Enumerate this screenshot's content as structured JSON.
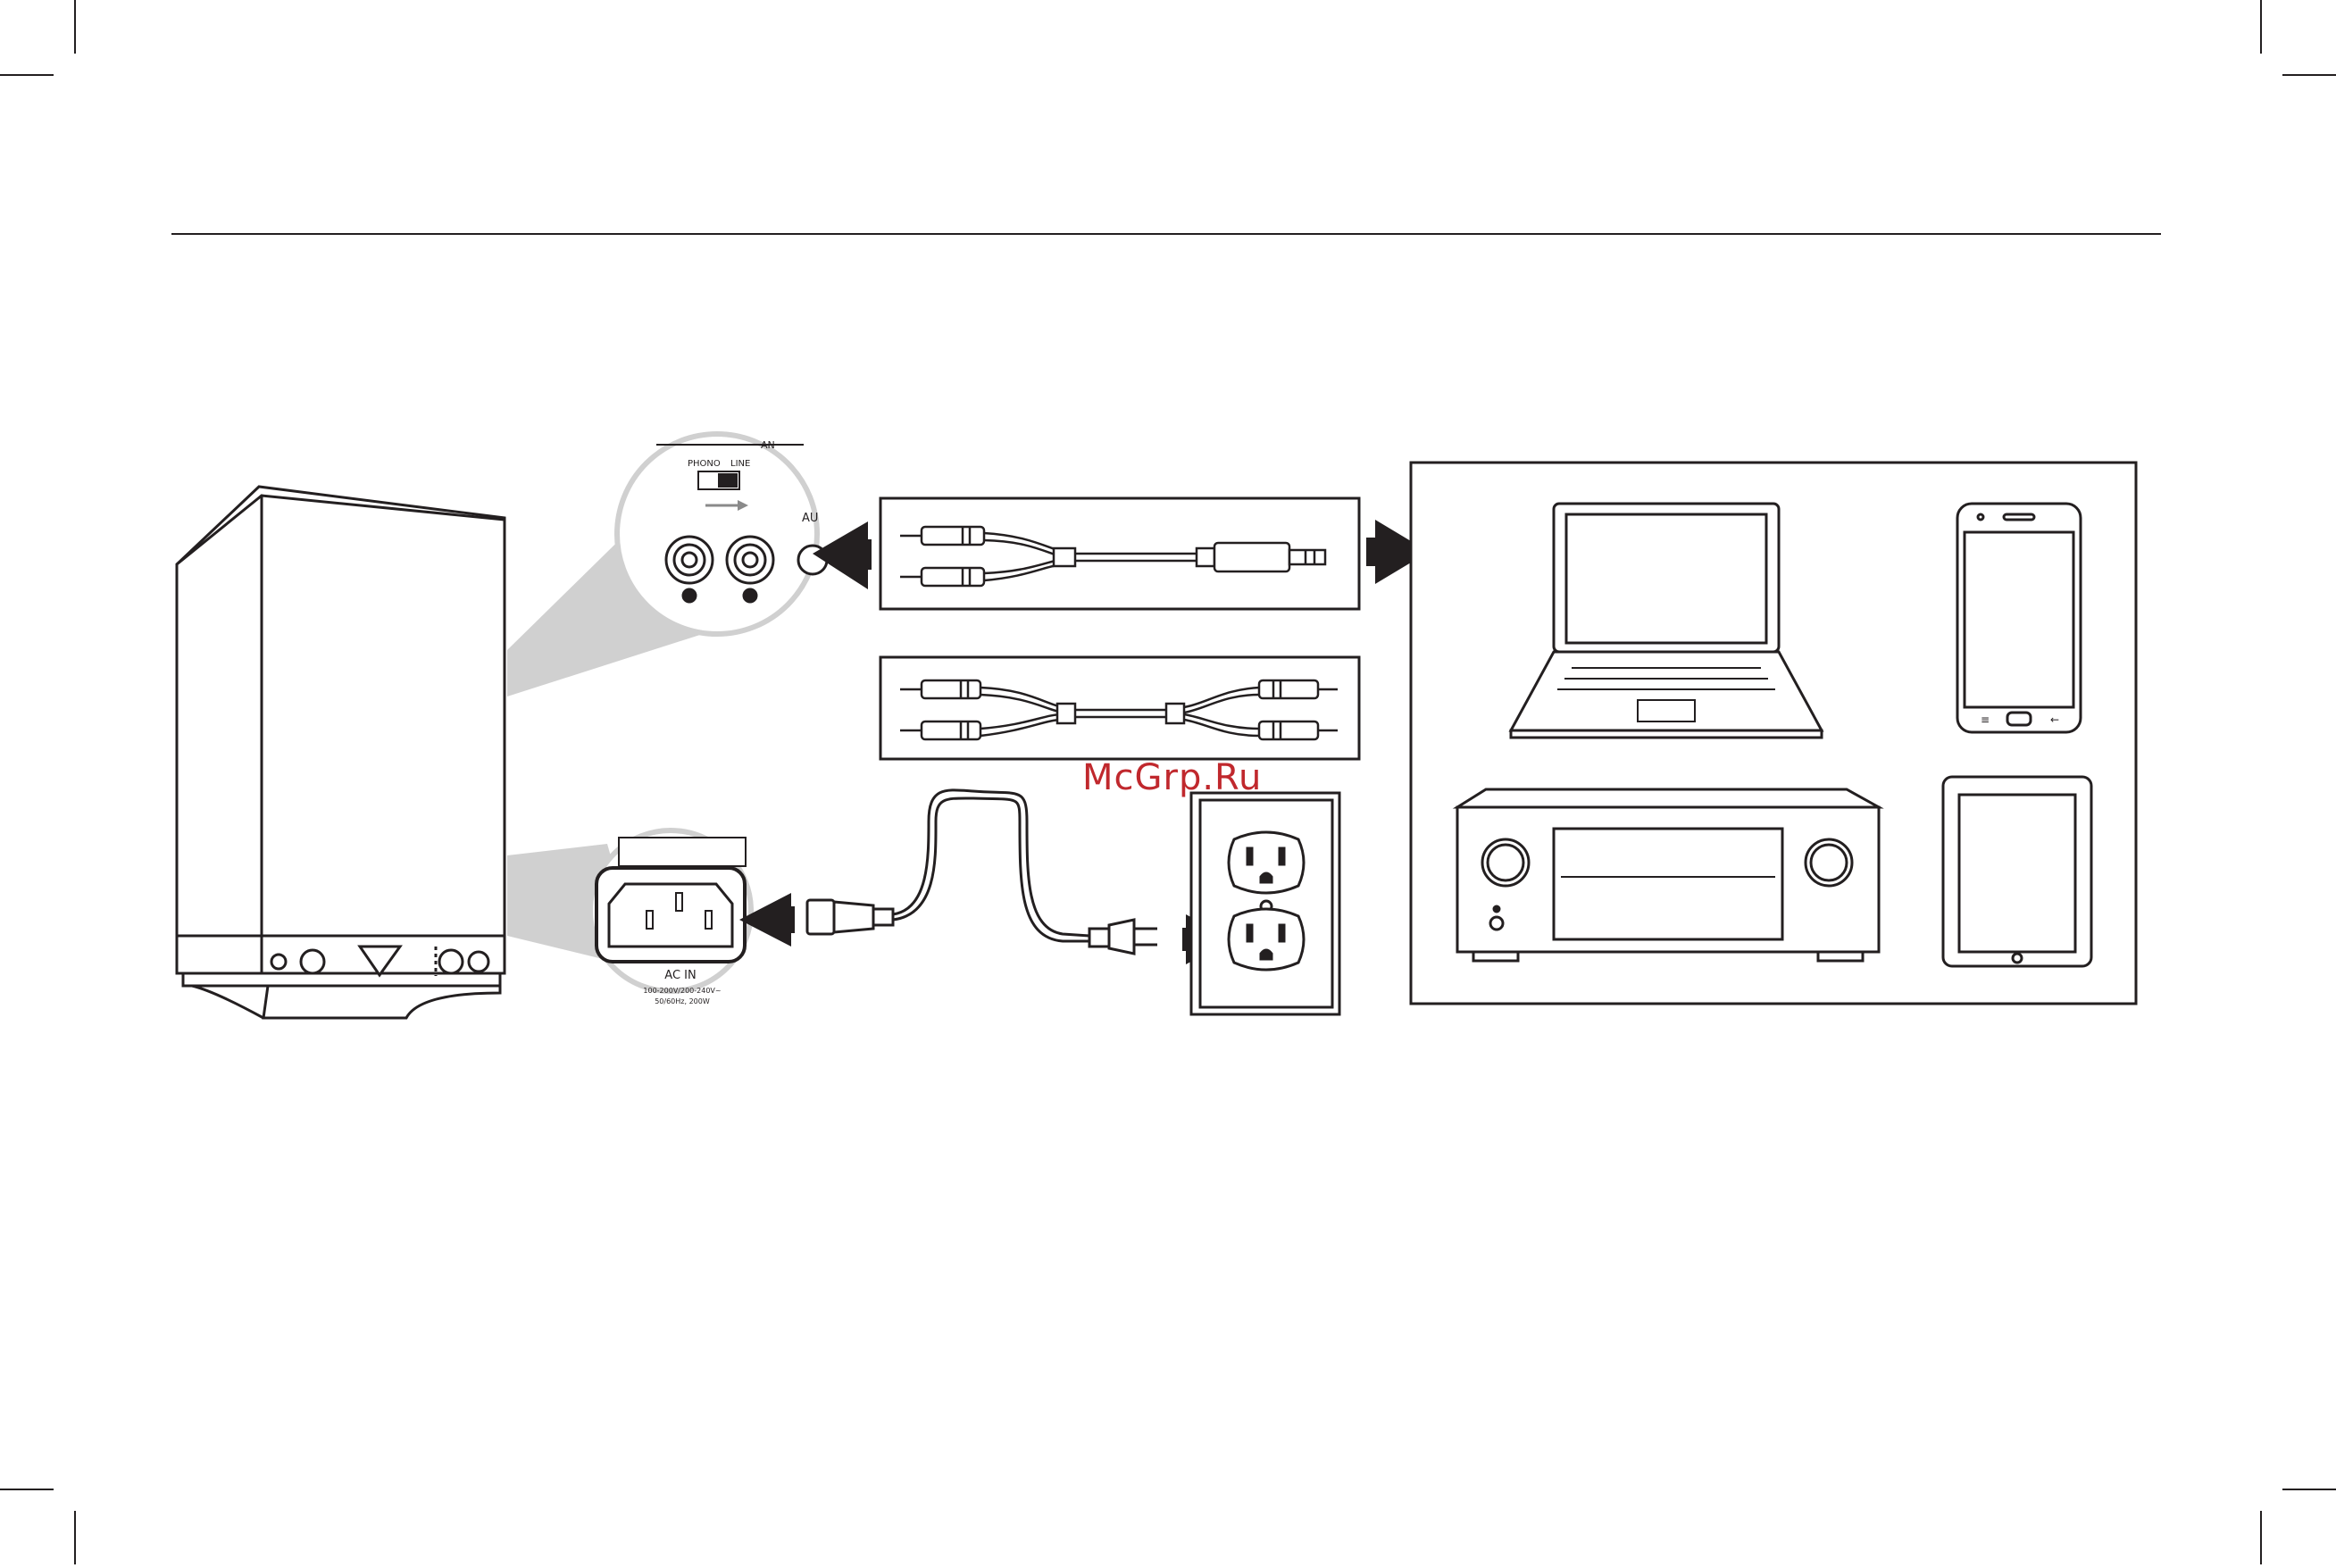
{
  "panel": {
    "switch_phono": "PHONO",
    "switch_line": "LINE",
    "aux_partial": "AU",
    "top_partial": "AN"
  },
  "power": {
    "ac_in": "AC IN",
    "rating_line1": "100-200V/200-240V~",
    "rating_line2": "50/60Hz, 200W"
  },
  "phone": {
    "back_key": "←",
    "menu_key": "≡"
  },
  "watermark": "McGrp.Ru",
  "colors": {
    "line": "#231f20",
    "arrow": "#231f20",
    "callout": "#d0d0d0",
    "watermark": "#c0282d"
  }
}
